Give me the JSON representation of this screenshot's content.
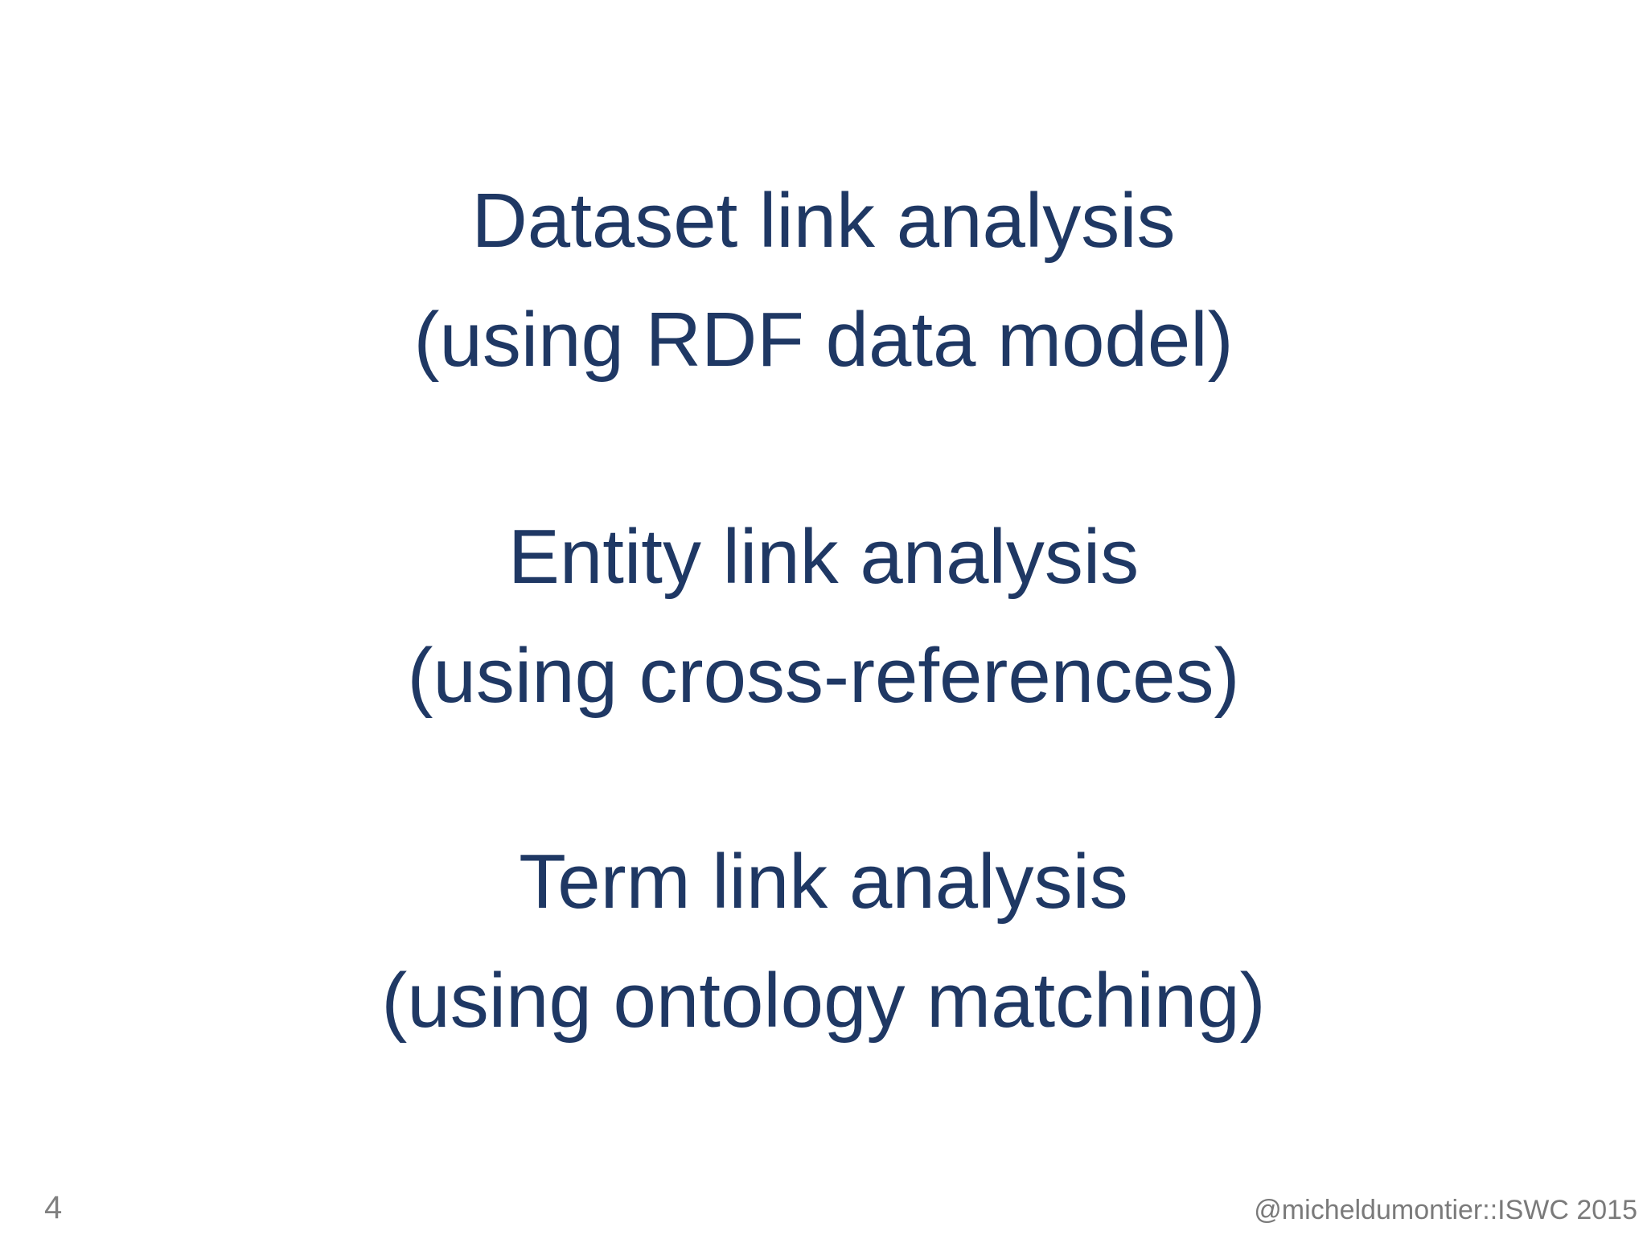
{
  "slide": {
    "blocks": [
      {
        "title": "Dataset link analysis",
        "subtitle": "(using RDF data model)"
      },
      {
        "title": "Entity link analysis",
        "subtitle": "(using cross-references)"
      },
      {
        "title": "Term link analysis",
        "subtitle": "(using ontology matching)"
      }
    ],
    "footer": {
      "page_number": "4",
      "credit": "@micheldumontier::ISWC 2015"
    },
    "colors": {
      "heading_text": "#1f3864",
      "footer_text": "#808080",
      "background": "#ffffff"
    }
  }
}
